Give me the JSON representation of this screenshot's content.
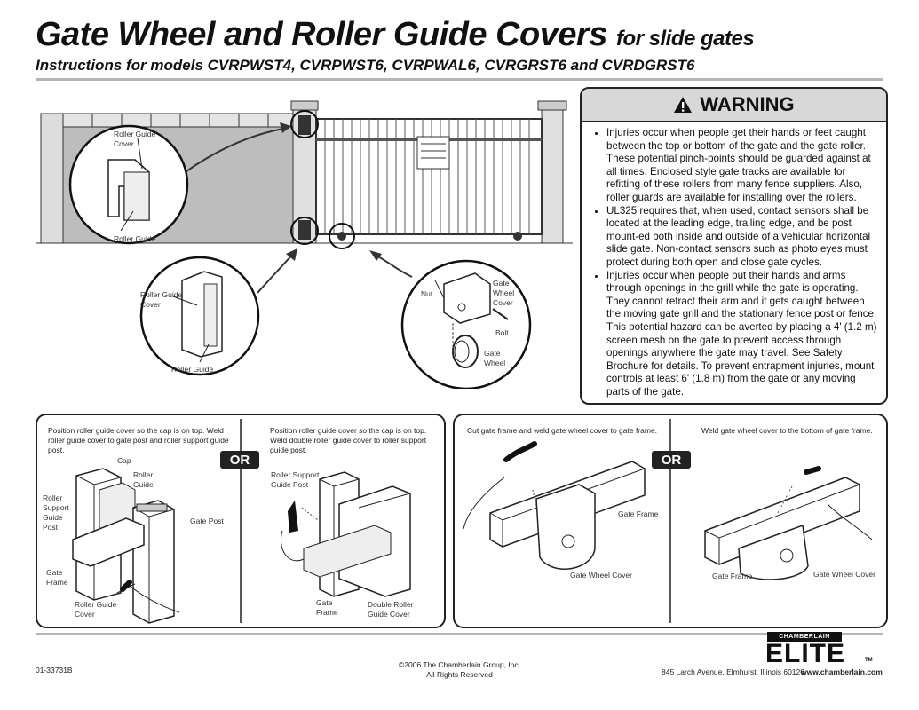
{
  "header": {
    "title": "Gate Wheel and Roller Guide Covers",
    "title_suffix": "for slide gates",
    "subtitle": "Instructions for models CVRPWST4, CVRPWST6, CVRPWAL6, CVRGRST6 and CVRDGRST6"
  },
  "top_illustration": {
    "callout1": {
      "label_cover": "Roller Guide\nCover",
      "label_guide": "Roller Guide"
    },
    "callout2": {
      "label_cover": "Roller Guide\nCover",
      "label_guide": "Roller Guide"
    },
    "callout3": {
      "nut": "Nut",
      "cover": "Gate\nWheel\nCover",
      "bolt": "Bolt",
      "wheel": "Gate\nWheel"
    }
  },
  "warning": {
    "heading": "WARNING",
    "items": [
      "Injuries occur when people get their hands or feet caught between the top or bottom of the gate and the gate roller. These potential pinch-points should be guarded against at all times. Enclosed style gate tracks are available for refitting of these rollers from many fence suppliers. Also, roller guards are available for installing over the rollers.",
      "UL325 requires that, when used, contact sensors shall be located at the leading edge, trailing edge, and be post mount-ed both inside and outside of a vehicular horizontal slide gate. Non-contact sensors such as photo eyes must protect during both open and close gate cycles.",
      "Injuries occur when people put their hands and arms through openings in the grill while the gate is operating. They cannot retract their arm and it gets caught between the moving gate grill and the stationary fence post or fence. This potential hazard can be averted by placing a 4' (1.2 m) screen mesh on the gate to prevent access through openings anywhere the gate may travel. See Safety Brochure for details. To prevent entrapment injuries, mount controls at least 6' (1.8 m) from the gate or any moving parts of the gate."
    ]
  },
  "panels": {
    "left": {
      "step1": "Position roller guide cover so the cap is on top. Weld roller guide cover to gate post and roller support guide post.",
      "or": "OR",
      "step2": "Position roller guide cover so the cap is on top. Weld double roller guide cover to roller support guide post.",
      "labels": {
        "cap": "Cap",
        "roller_guide": "Roller\nGuide",
        "roller_support": "Roller\nSupport\nGuide\nPost",
        "gate_post": "Gate Post",
        "gate_frame": "Gate\nFrame",
        "roller_guide_cover": "Roller Guide\nCover",
        "roller_support_guide_post": "Roller Support\nGuide Post",
        "gate_frame2": "Gate\nFrame",
        "double_roller_cover": "Double Roller\nGuide Cover"
      }
    },
    "right": {
      "step1": "Cut gate frame and weld gate wheel cover to gate frame.",
      "or": "OR",
      "step2": "Weld gate wheel cover to the bottom of gate frame.",
      "labels": {
        "gate_frame": "Gate Frame",
        "gate_wheel_cover": "Gate Wheel Cover",
        "gate_frame2": "Gate Frame",
        "gate_wheel_cover2": "Gate Wheel Cover"
      }
    }
  },
  "footer": {
    "doc_number": "01-33731B",
    "copyright": "©2006 The Chamberlain Group, Inc.",
    "rights": "All Rights Reserved",
    "brand_small": "CHAMBERLAIN",
    "brand_big": "ELITE",
    "tm": "TM",
    "address": "845 Larch Avenue, Elmhurst, Illinois 60126",
    "website": "www.chamberlain.com"
  }
}
